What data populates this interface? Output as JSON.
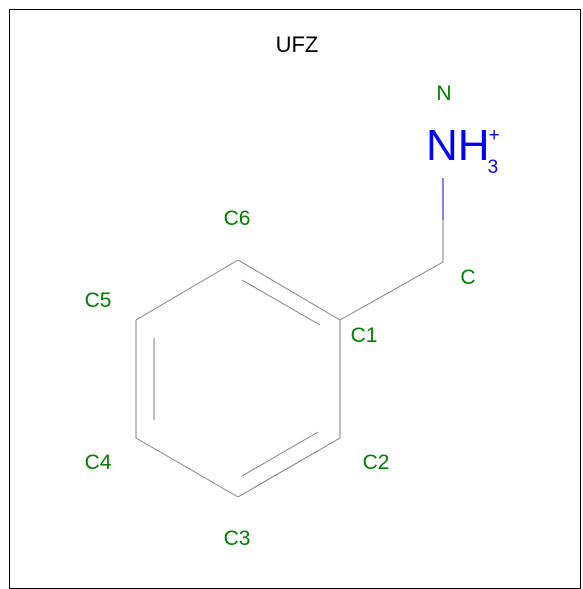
{
  "title": "UFZ",
  "colors": {
    "bond": "#808080",
    "atom_label": "#008000",
    "nitrogen": "#0000ff",
    "frame": "#000000",
    "background": "#ffffff"
  },
  "atoms": {
    "n_label": "N",
    "n_group_main": "NH",
    "n_group_sub": "3",
    "n_group_charge": "+",
    "c": "C",
    "c1": "C1",
    "c2": "C2",
    "c3": "C3",
    "c4": "C4",
    "c5": "C5",
    "c6": "C6"
  }
}
